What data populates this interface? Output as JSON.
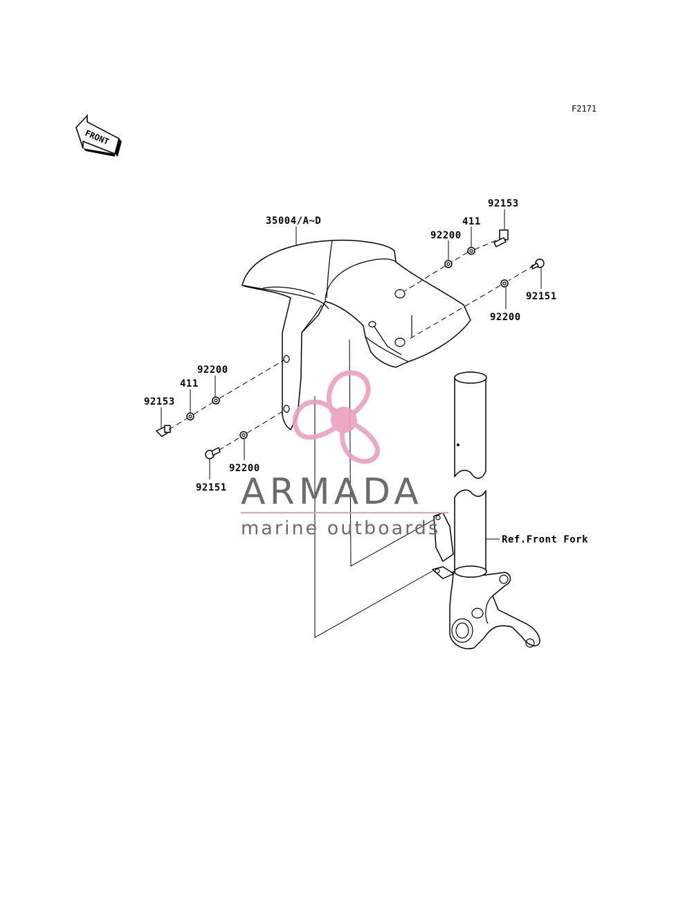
{
  "figure_id": "F2171",
  "direction_arrow": "FRONT",
  "parts": {
    "fender": "35004/A~D",
    "bolt_upper_right": "92153",
    "collar_upper_right": "411",
    "washer_upper_right_a": "92200",
    "bolt_right": "92151",
    "washer_right": "92200",
    "washer_left_upper": "92200",
    "collar_left": "411",
    "bolt_left_upper": "92153",
    "washer_left_lower": "92200",
    "bolt_left_lower": "92151",
    "fork_reference": "Ref.Front Fork"
  },
  "watermark": {
    "title": "ARMADA",
    "subtitle": "marine outboards",
    "accent_color": "#e9a0c0",
    "text_color": "#6b6b6b",
    "line_color": "#e9a0c0"
  }
}
